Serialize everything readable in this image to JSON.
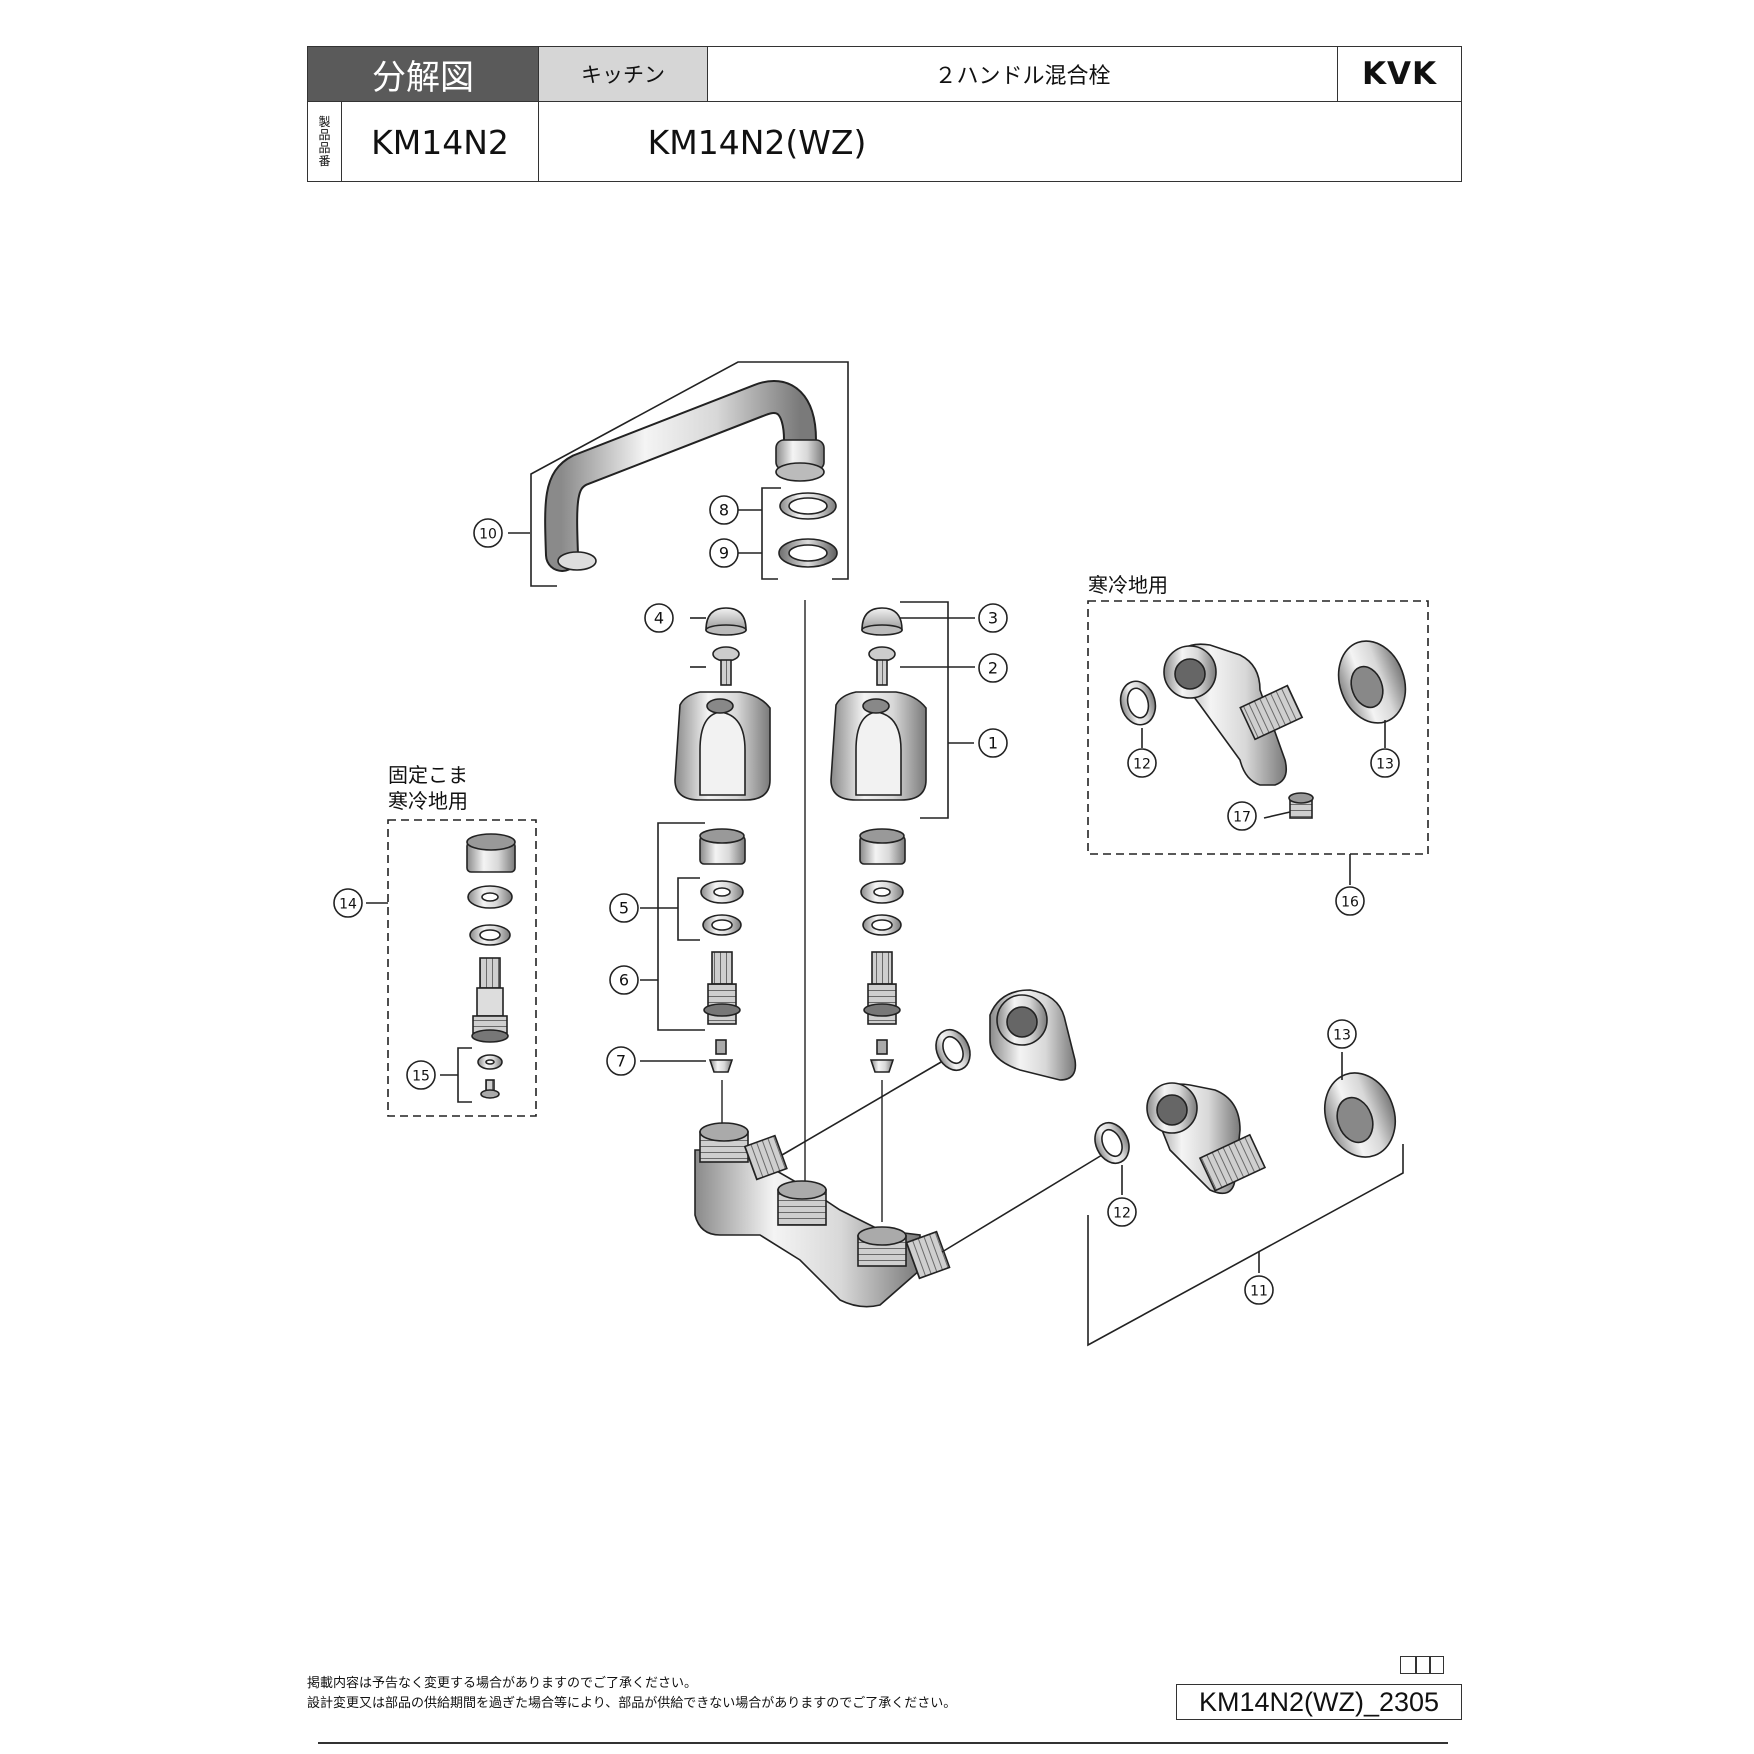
{
  "header": {
    "title": "分解図",
    "category": "キッチン",
    "product_name": "２ハンドル混合栓",
    "brand": "KVK",
    "vertical_label": [
      "製",
      "品",
      "品",
      "番"
    ],
    "model": "KM14N2",
    "model_variant": "KM14N2(WZ)"
  },
  "labels": {
    "cold_region_right": "寒冷地用",
    "fixed_core_line1": "固定こま",
    "fixed_core_line2": "寒冷地用"
  },
  "callouts": [
    "1",
    "2",
    "3",
    "4",
    "5",
    "6",
    "7",
    "8",
    "9",
    "10",
    "11",
    "12",
    "12",
    "13",
    "13",
    "14",
    "15",
    "16",
    "17"
  ],
  "footer": {
    "note_line1": "掲載内容は予告なく変更する場合がありますのでご了承ください。",
    "note_line2": "設計変更又は部品の供給期間を過ぎた場合等により、部品が供給できない場合がありますのでご了承ください。",
    "doc_code": "KM14N2(WZ)_2305"
  }
}
